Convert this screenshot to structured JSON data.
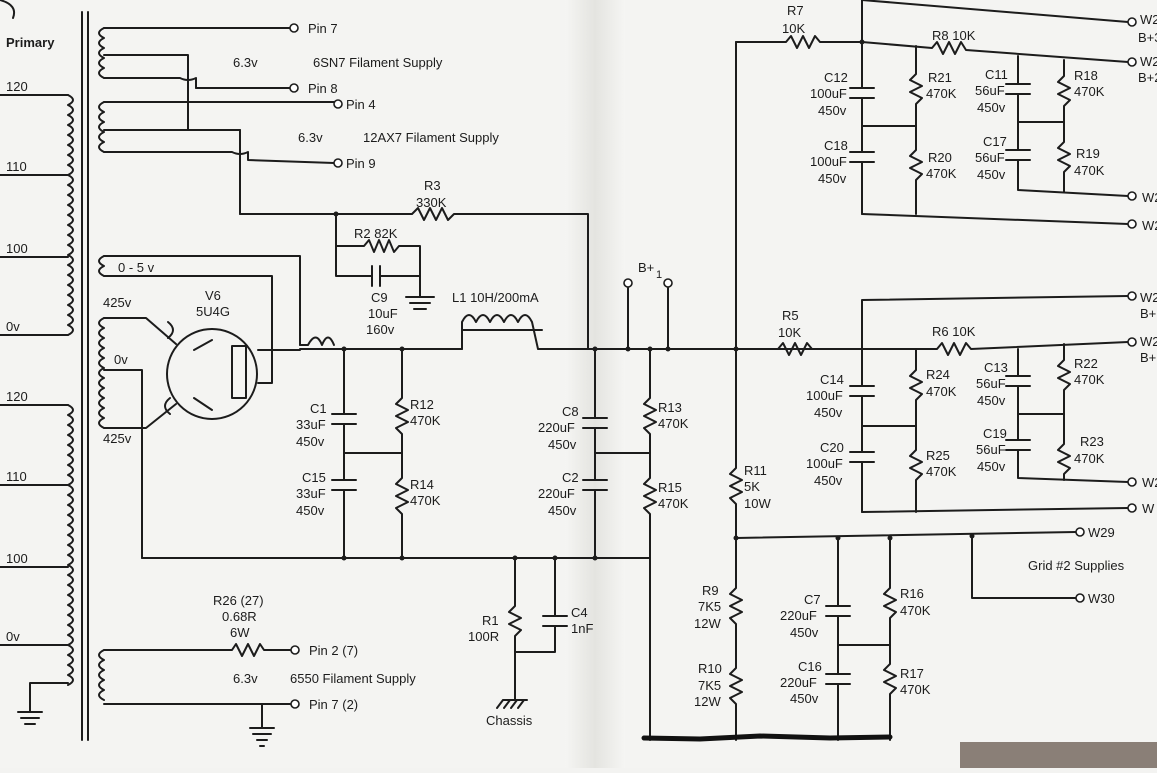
{
  "left_panel": {
    "primary_label": "Primary",
    "taps_upper": [
      "120",
      "110",
      "100",
      "0v"
    ],
    "taps_lower": [
      "120",
      "110",
      "100",
      "0v"
    ]
  },
  "filament_upper": {
    "pin7": "Pin 7",
    "voltage_6sn7": "6.3v",
    "label_6sn7": "6SN7 Filament Supply",
    "pin8": "Pin 8",
    "pin4": "Pin 4",
    "voltage_12ax7": "6.3v",
    "label_12ax7": "12AX7 Filament Supply",
    "pin9": "Pin 9"
  },
  "rectifier": {
    "winding_05": "0 - 5 v",
    "hv_top": "425v",
    "hv_ct": "0v",
    "hv_bottom": "425v",
    "tube_ref": "V6",
    "tube_type": "5U4G"
  },
  "components": {
    "r3": {
      "ref": "R3",
      "value": "330K"
    },
    "r2": {
      "ref": "R2 82K"
    },
    "c9": {
      "ref": "C9",
      "value": "10uF",
      "voltage": "160v"
    },
    "l1": {
      "ref": "L1 10H/200mA"
    },
    "c1": {
      "ref": "C1",
      "value": "33uF",
      "voltage": "450v"
    },
    "c15": {
      "ref": "C15",
      "value": "33uF",
      "voltage": "450v"
    },
    "r12": {
      "ref": "R12",
      "value": "470K"
    },
    "r14": {
      "ref": "R14",
      "value": "470K"
    },
    "c8": {
      "ref": "C8",
      "value": "220uF",
      "voltage": "450v"
    },
    "c2": {
      "ref": "C2",
      "value": "220uF",
      "voltage": "450v"
    },
    "r13": {
      "ref": "R13",
      "value": "470K"
    },
    "r15": {
      "ref": "R15",
      "value": "470K"
    },
    "b1_label": "B+",
    "b1_sub": "1",
    "r1": {
      "ref": "R1",
      "value": "100R"
    },
    "c4": {
      "ref": "C4",
      "value": "1nF"
    },
    "chassis": "Chassis",
    "r26": {
      "ref": "R26 (27)",
      "value": "0.68R",
      "power": "6W"
    },
    "fil_6550_pin2": "Pin 2 (7)",
    "fil_6550_voltage": "6.3v",
    "fil_6550_label": "6550 Filament Supply",
    "fil_6550_pin7": "Pin 7 (2)",
    "r11": {
      "ref": "R11",
      "value": "5K",
      "power": "10W"
    },
    "r9": {
      "ref": "R9",
      "value": "7K5",
      "power": "12W"
    },
    "r10": {
      "ref": "R10",
      "value": "7K5",
      "power": "12W"
    },
    "r7": {
      "ref": "R7",
      "value": "10K"
    },
    "r8": {
      "ref": "R8 10K"
    },
    "c12": {
      "ref": "C12",
      "value": "100uF",
      "voltage": "450v"
    },
    "c18": {
      "ref": "C18",
      "value": "100uF",
      "voltage": "450v"
    },
    "r21": {
      "ref": "R21",
      "value": "470K"
    },
    "r20": {
      "ref": "R20",
      "value": "470K"
    },
    "c11": {
      "ref": "C11",
      "value": "56uF",
      "voltage": "450v"
    },
    "c17": {
      "ref": "C17",
      "value": "56uF",
      "voltage": "450v"
    },
    "r18": {
      "ref": "R18",
      "value": "470K"
    },
    "r19": {
      "ref": "R19",
      "value": "470K"
    },
    "r5": {
      "ref": "R5",
      "value": "10K"
    },
    "r6": {
      "ref": "R6 10K"
    },
    "c14": {
      "ref": "C14",
      "value": "100uF",
      "voltage": "450v"
    },
    "c20": {
      "ref": "C20",
      "value": "100uF",
      "voltage": "450v"
    },
    "r24": {
      "ref": "R24",
      "value": "470K"
    },
    "r25": {
      "ref": "R25",
      "value": "470K"
    },
    "c13": {
      "ref": "C13",
      "value": "56uF",
      "voltage": "450v"
    },
    "c19": {
      "ref": "C19",
      "value": "56uF",
      "voltage": "450v"
    },
    "r22": {
      "ref": "R22",
      "value": "470K"
    },
    "r23": {
      "ref": "R23",
      "value": "470K"
    },
    "c7": {
      "ref": "C7",
      "value": "220uF",
      "voltage": "450v"
    },
    "c16": {
      "ref": "C16",
      "value": "220uF",
      "voltage": "450v"
    },
    "r16": {
      "ref": "R16",
      "value": "470K"
    },
    "r17": {
      "ref": "R17",
      "value": "470K"
    },
    "w29": "W29",
    "w30": "W30",
    "grid2_label": "Grid #2 Supplies",
    "right_edge_labels": [
      "W2",
      "B+3",
      "W2",
      "B+2",
      "W2",
      "W2",
      "W2",
      "B+",
      "W2",
      "B+",
      "W2",
      "W"
    ]
  }
}
